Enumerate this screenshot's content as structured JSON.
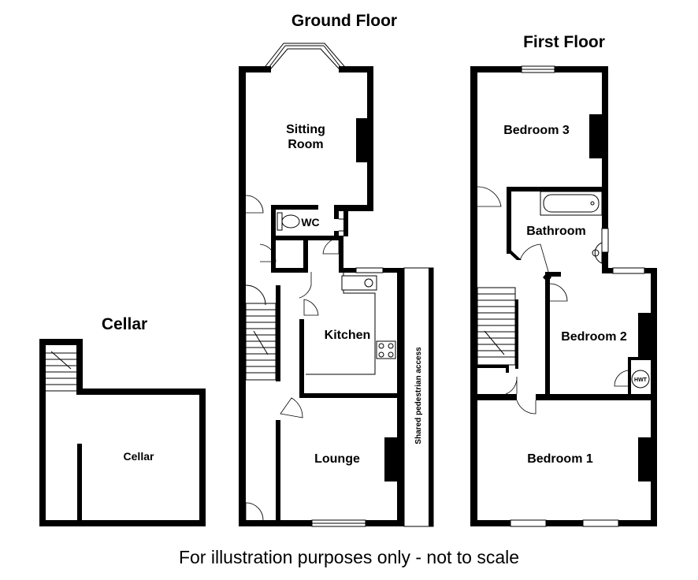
{
  "titles": {
    "ground_floor": "Ground Floor",
    "first_floor": "First Floor",
    "cellar": "Cellar"
  },
  "rooms": {
    "sitting_room_line1": "Sitting",
    "sitting_room_line2": "Room",
    "wc": "WC",
    "kitchen": "Kitchen",
    "lounge": "Lounge",
    "shared_access": "Shared pedestrian access",
    "bedroom_3": "Bedroom 3",
    "bathroom": "Bathroom",
    "bedroom_2": "Bedroom 2",
    "hwt": "HWT",
    "bedroom_1": "Bedroom 1",
    "cellar_room": "Cellar"
  },
  "disclaimer": "For illustration purposes only - not to scale"
}
